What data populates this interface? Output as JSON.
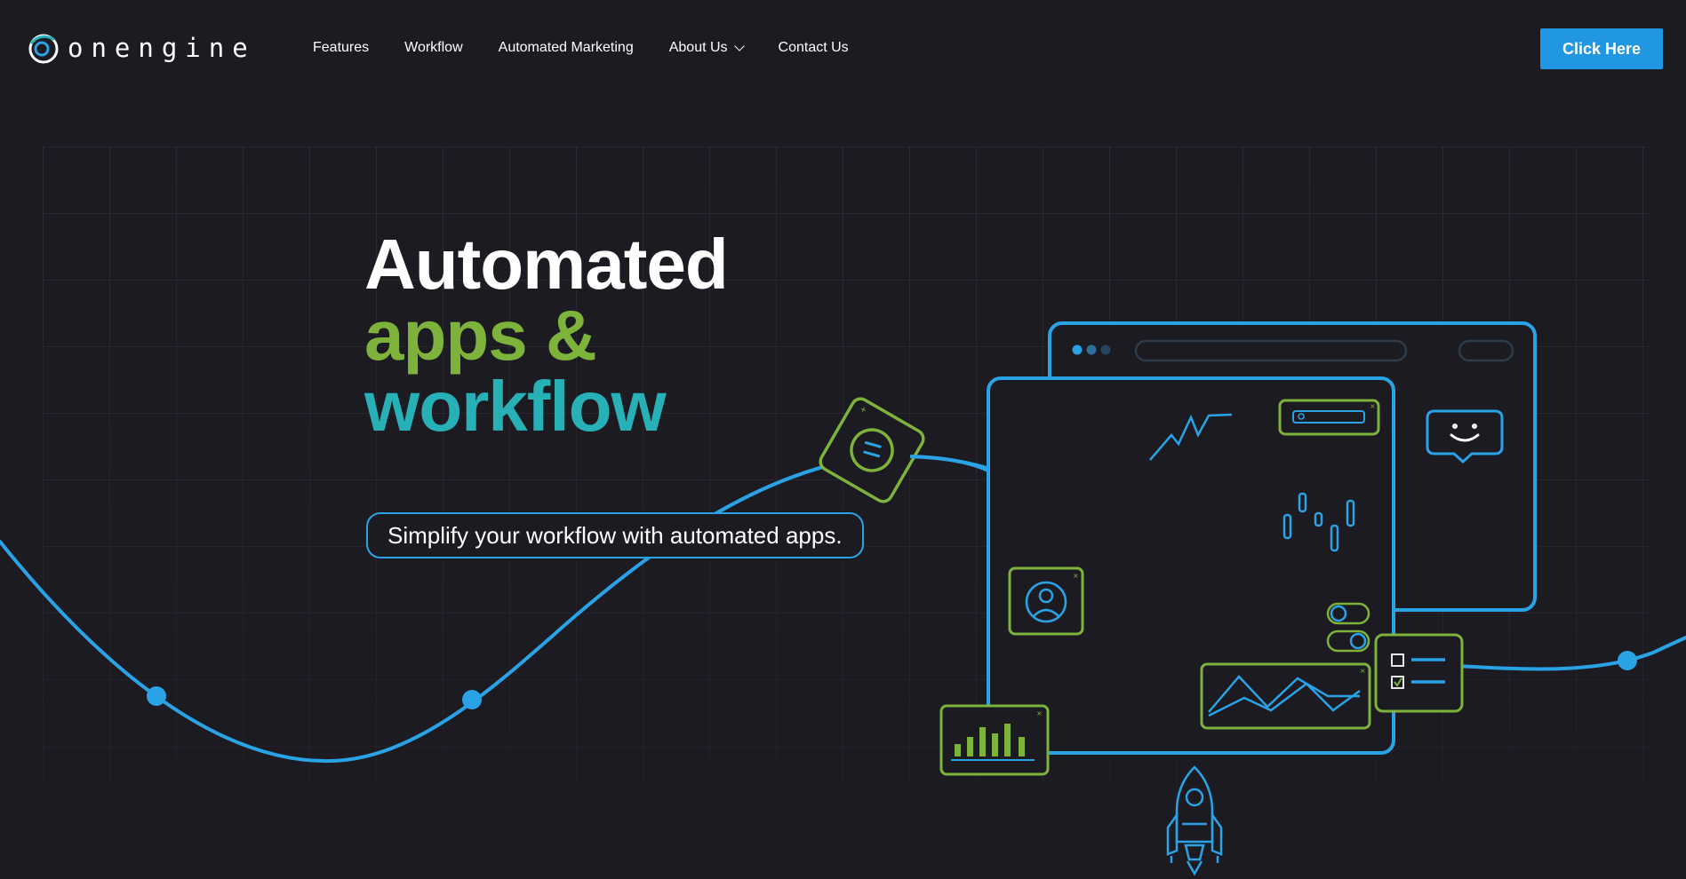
{
  "brand": {
    "name": "onengine",
    "logo_icon": "orbit-logo-icon"
  },
  "nav": {
    "items": [
      {
        "label": "Features"
      },
      {
        "label": "Workflow"
      },
      {
        "label": "Automated Marketing"
      },
      {
        "label": "About Us",
        "has_dropdown": true
      },
      {
        "label": "Contact Us"
      }
    ]
  },
  "cta": {
    "label": "Click Here"
  },
  "hero": {
    "line1": "Automated",
    "line2": "apps &",
    "line3": "workflow",
    "tagline": "Simplify your workflow with automated apps."
  },
  "colors": {
    "background": "#1c1b22",
    "accent_blue": "#2196e3",
    "line_blue": "#2aa3e6",
    "green": "#7db33b",
    "teal": "#27b0b5",
    "white": "#ffffff"
  },
  "illustration": {
    "icons": [
      "browser-window-icon",
      "smiley-chat-icon",
      "search-bar-icon",
      "user-profile-icon",
      "toggle-switch-icon",
      "checklist-icon",
      "area-chart-icon",
      "bar-chart-icon",
      "rocket-icon",
      "sync-badge-icon"
    ]
  }
}
